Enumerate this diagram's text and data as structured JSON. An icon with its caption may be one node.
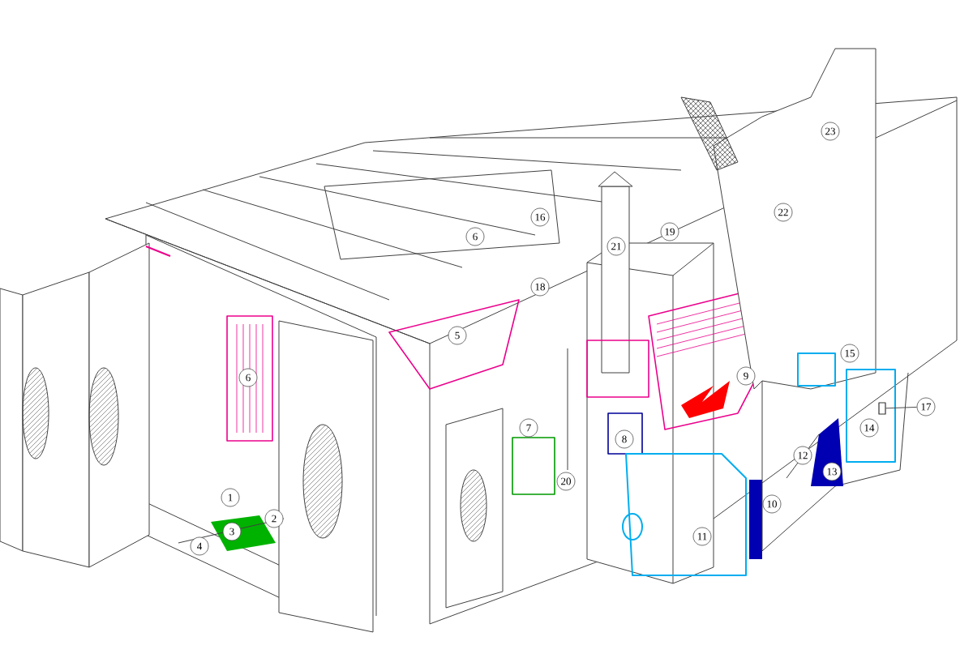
{
  "diagram": {
    "nodes": [
      {
        "text": [
          "1"
        ]
      },
      {
        "text": [
          "2"
        ]
      },
      {
        "text": [
          "3"
        ]
      },
      {
        "text": [
          "4"
        ]
      },
      {
        "text": [
          "5"
        ]
      },
      {
        "text": [
          "6"
        ]
      },
      {
        "text": [
          "6"
        ]
      },
      {
        "text": [
          "7"
        ]
      },
      {
        "text": [
          "8"
        ]
      },
      {
        "text": [
          "9"
        ]
      },
      {
        "text": [
          "10"
        ]
      },
      {
        "text": [
          "11"
        ]
      },
      {
        "text": [
          "12"
        ]
      },
      {
        "text": [
          "13"
        ]
      },
      {
        "text": [
          "14"
        ]
      },
      {
        "text": [
          "15"
        ]
      },
      {
        "text": [
          "16"
        ]
      },
      {
        "text": [
          "17"
        ]
      },
      {
        "text": [
          "18"
        ]
      },
      {
        "text": [
          "19"
        ]
      },
      {
        "text": [
          "20"
        ]
      },
      {
        "text": [
          "21"
        ]
      },
      {
        "text": [
          "22"
        ]
      },
      {
        "text": [
          "23"
        ]
      },
      {
        "text": [],
        "shape": "box"
      }
    ],
    "edges": [
      {
        "from": 17,
        "to": 24,
        "arrow": "none"
      }
    ]
  }
}
